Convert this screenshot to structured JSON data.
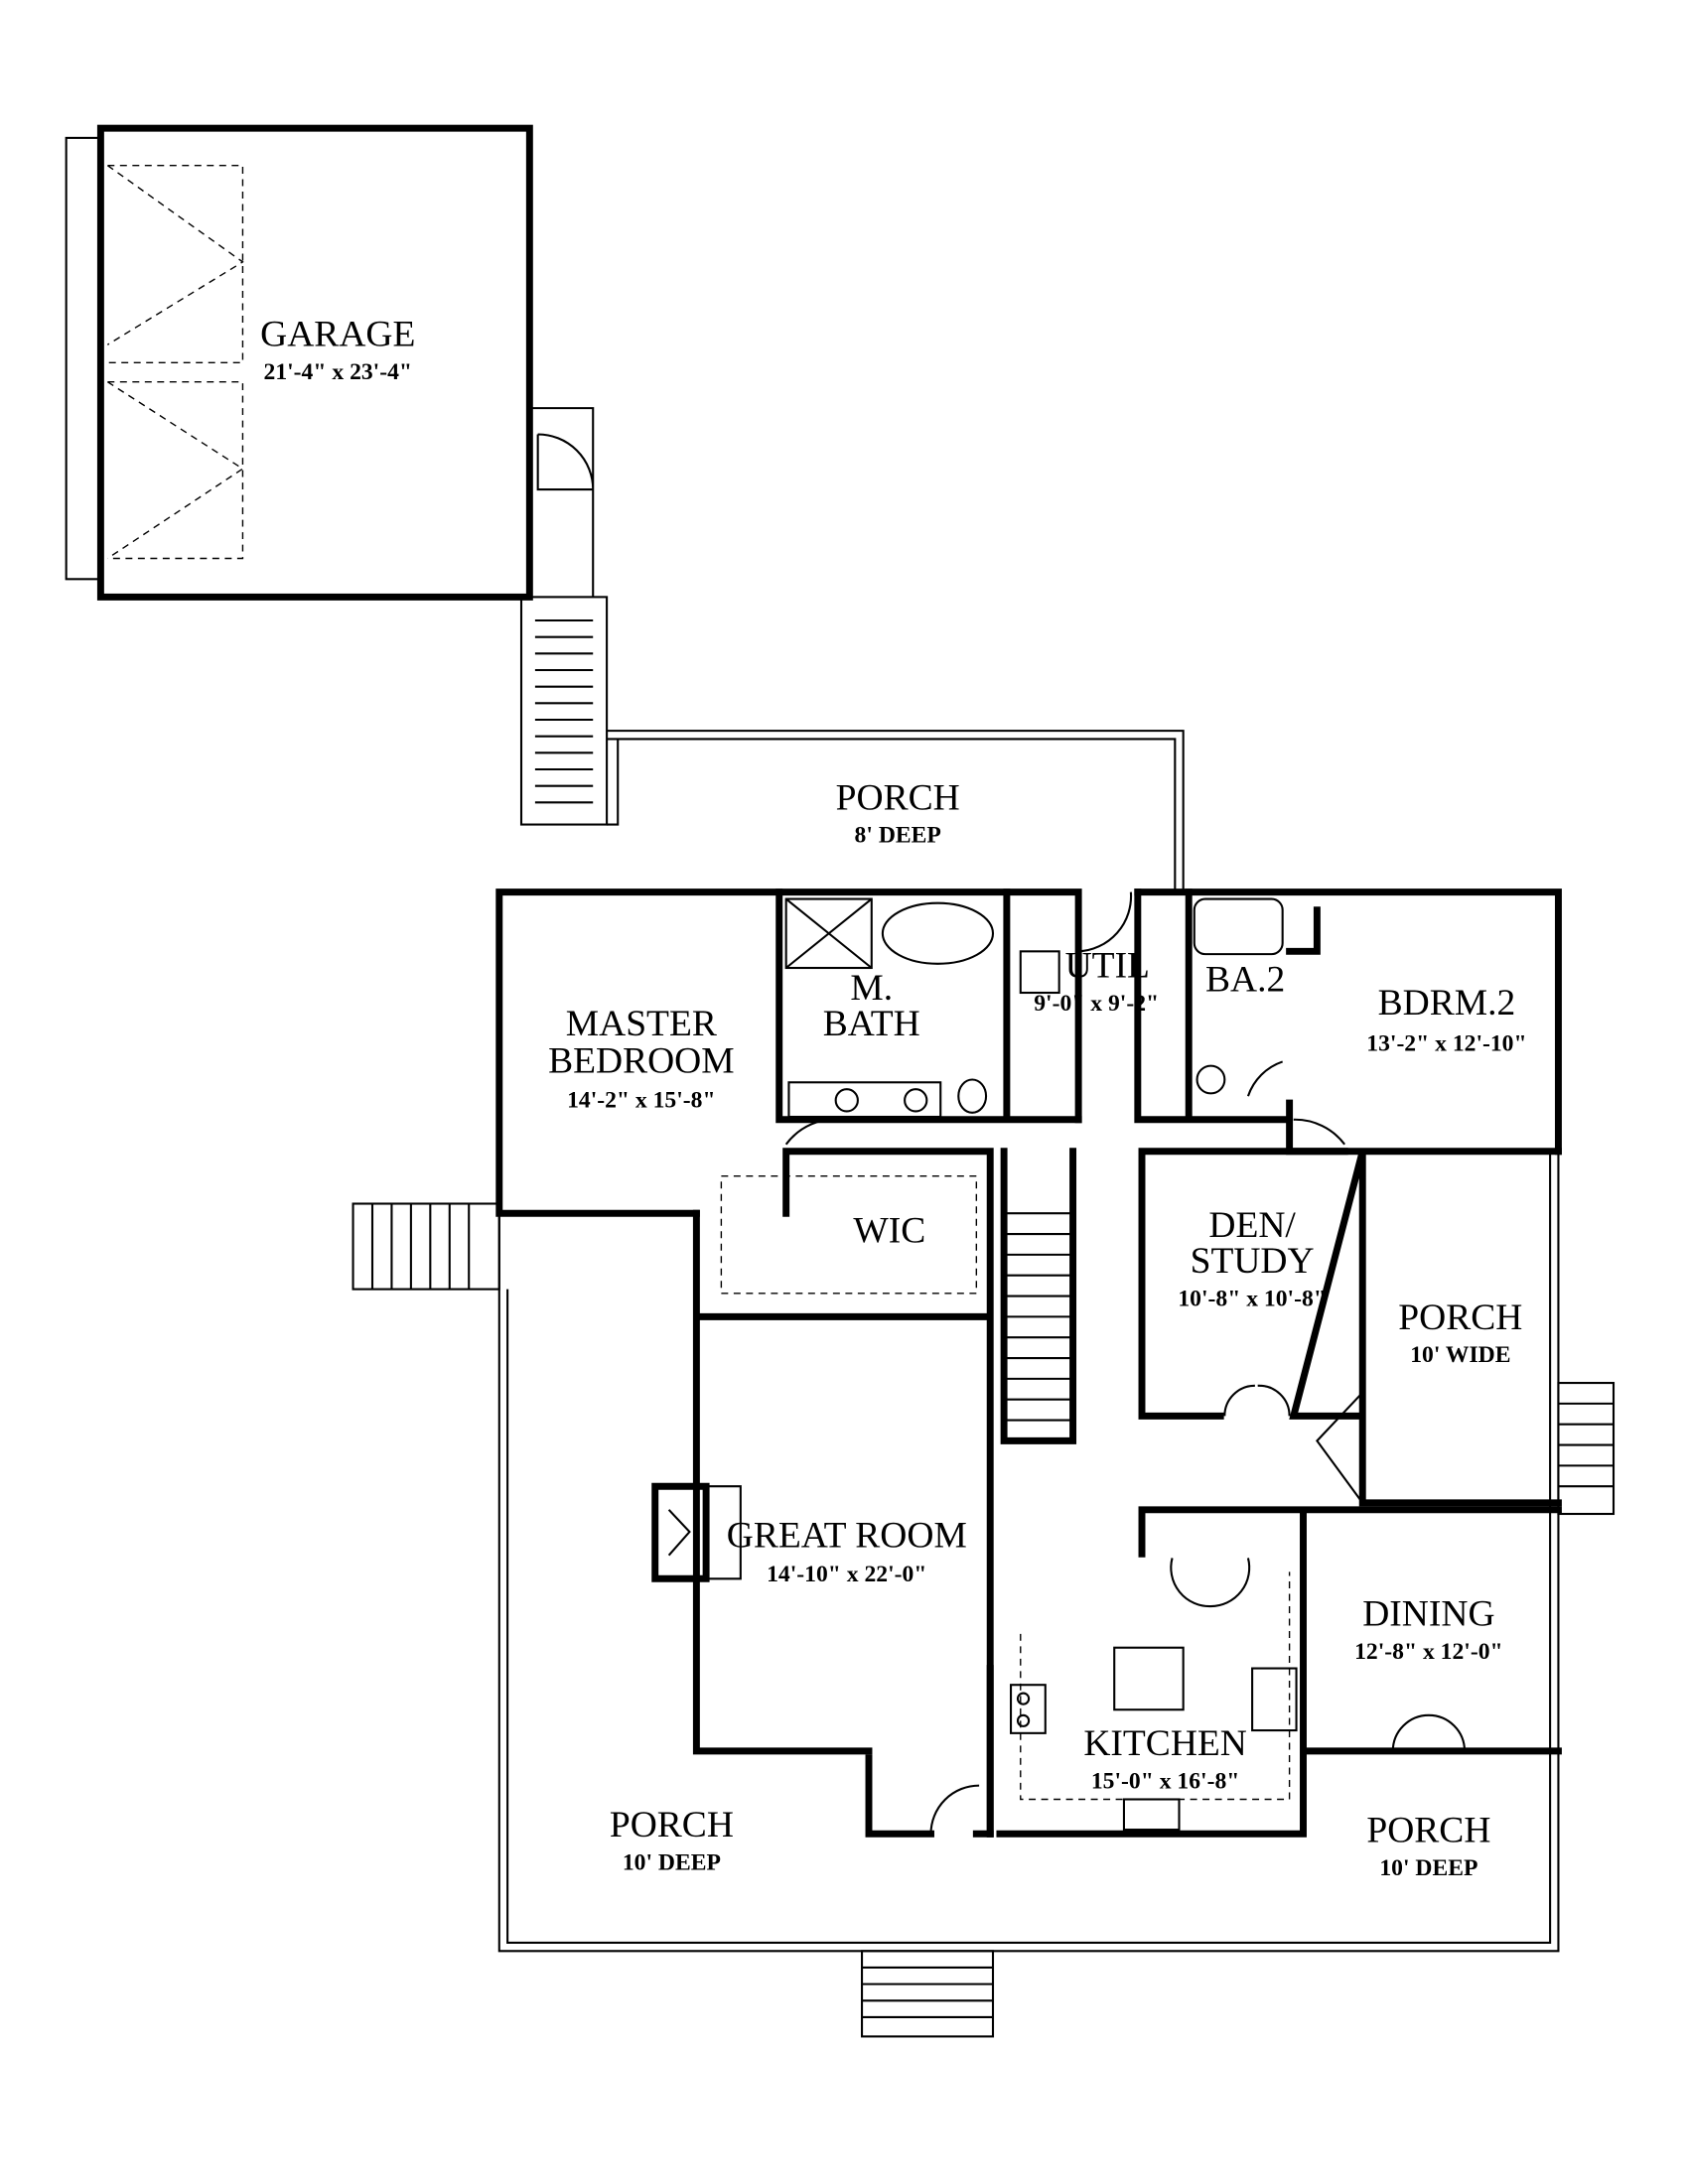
{
  "rooms": {
    "garage": {
      "name": "GARAGE",
      "size": "21'-4\" x 23'-4\""
    },
    "porch_rear": {
      "name": "PORCH",
      "size": "8' DEEP"
    },
    "master_bedroom": {
      "name_line1": "MASTER",
      "name_line2": "BEDROOM",
      "size": "14'-2\" x 15'-8\""
    },
    "master_bath": {
      "name_line1": "M.",
      "name_line2": "BATH"
    },
    "utility": {
      "name": "UTIL",
      "size": "9'-0\" x 9'-2\""
    },
    "bath2": {
      "name": "BA.2"
    },
    "bedroom2": {
      "name": "BDRM.2",
      "size": "13'-2\" x 12'-10\""
    },
    "wic": {
      "name": "WIC"
    },
    "den": {
      "name_line1": "DEN/",
      "name_line2": "STUDY",
      "size": "10'-8\" x 10'-8\""
    },
    "porch_side": {
      "name": "PORCH",
      "size": "10' WIDE"
    },
    "great_room": {
      "name": "GREAT ROOM",
      "size": "14'-10\" x 22'-0\""
    },
    "dining": {
      "name": "DINING",
      "size": "12'-8\" x 12'-0\""
    },
    "kitchen": {
      "name": "KITCHEN",
      "size": "15'-0\" x 16'-8\""
    },
    "porch_front_left": {
      "name": "PORCH",
      "size": "10' DEEP"
    },
    "porch_front_right": {
      "name": "PORCH",
      "size": "10' DEEP"
    }
  }
}
